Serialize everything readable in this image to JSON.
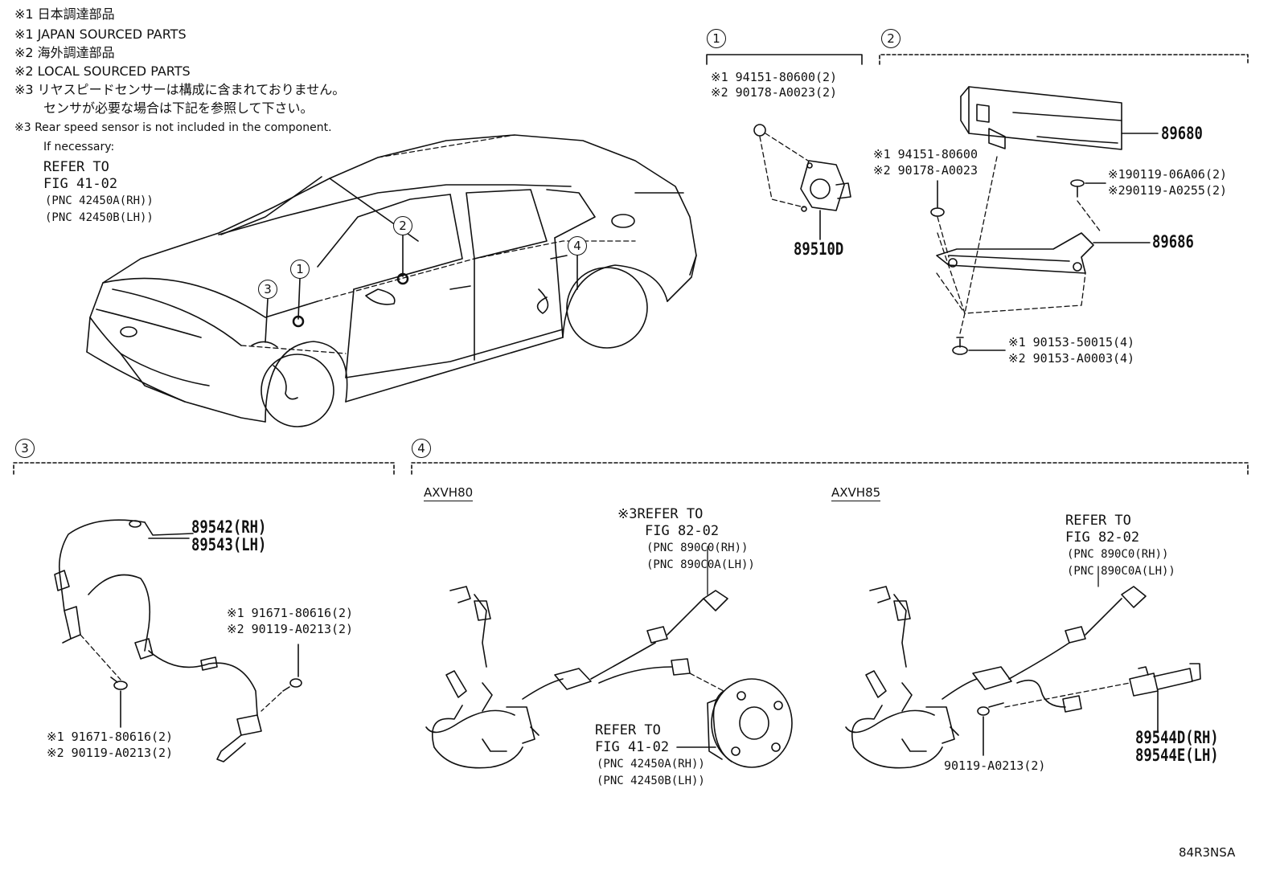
{
  "notes": {
    "line1": "※1 日本調達部品",
    "line2": "※1 JAPAN SOURCED PARTS",
    "line3": "※2 海外調達部品",
    "line4": "※2 LOCAL SOURCED PARTS",
    "line5": "※3 リヤスピードセンサーは構成に含まれておりません。",
    "line6": "センサが必要な場合は下記を参照して下さい。",
    "line7": "※3 Rear speed sensor is not included in the component.",
    "line8": "If necessary:",
    "refer1": "REFER TO",
    "refer2": "FIG 41-02",
    "refer3": "(PNC 42450A(RH))",
    "refer4": "(PNC 42450B(LH))"
  },
  "callouts": [
    "1",
    "2",
    "3",
    "4"
  ],
  "section1": {
    "num": "1",
    "bolt1": "※1 94151-80600(2)",
    "bolt2": "※2 90178-A0023(2)",
    "part": "89510D"
  },
  "section2": {
    "num": "2",
    "ecu": "89680",
    "nut1": "※1 94151-80600",
    "nut2": "※2 90178-A0023",
    "screw1": "※190119-06A06(2)",
    "screw2": "※290119-A0255(2)",
    "bracket": "89686",
    "bolt1": "※1 90153-50015(4)",
    "bolt2": "※2 90153-A0003(4)"
  },
  "section3": {
    "num": "3",
    "part_rh": "89542(RH)",
    "part_lh": "89543(LH)",
    "bolt_a1": "※1 91671-80616(2)",
    "bolt_a2": "※2 90119-A0213(2)",
    "bolt_b1": "※1 91671-80616(2)",
    "bolt_b2": "※2 90119-A0213(2)"
  },
  "section4": {
    "num": "4",
    "model_a": "AXVH80",
    "model_b": "AXVH85",
    "a_ref1": "※3REFER TO",
    "a_ref2": "FIG 82-02",
    "a_ref3": "(PNC 890C0(RH))",
    "a_ref4": "(PNC 890C0A(LH))",
    "a_hub1": "REFER TO",
    "a_hub2": "FIG 41-02",
    "a_hub3": "(PNC 42450A(RH))",
    "a_hub4": "(PNC 42450B(LH))",
    "b_ref1": "REFER TO",
    "b_ref2": "FIG 82-02",
    "b_ref3": "(PNC 890C0(RH))",
    "b_ref4": "(PNC 890C0A(LH))",
    "b_bolt": "90119-A0213(2)",
    "b_part_rh": "89544D(RH)",
    "b_part_lh": "89544E(LH)"
  },
  "footer_code": "84R3NSA"
}
